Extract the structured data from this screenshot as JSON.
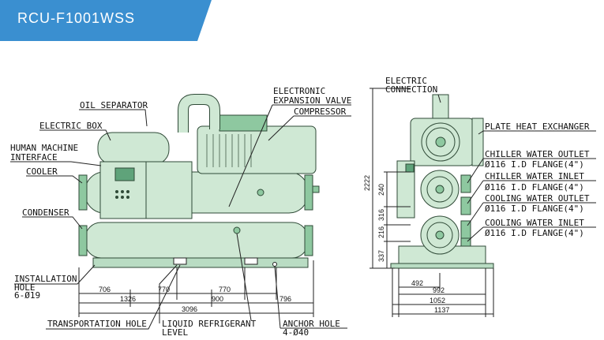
{
  "header": {
    "model": "RCU-F1001WSS",
    "banner_color": "#3a8fd0"
  },
  "front_view": {
    "labels": {
      "oil_separator": "OIL SEPARATOR",
      "electric_box": "ELECTRIC BOX",
      "hmi_line1": "HUMAN MACHINE",
      "hmi_line2": "INTERFACE",
      "cooler": "COOLER",
      "condenser": "CONDENSER",
      "eev_line1": "ELECTRONIC",
      "eev_line2": "EXPANSION VALVE",
      "compressor": "COMPRESSOR",
      "install_line1": "INSTALLATION",
      "install_line2": "HOLE",
      "install_line3": "6-Ø19",
      "transport_hole": "TRANSPORTATION HOLE",
      "liquid_line1": "LIQUID REFRIGERANT",
      "liquid_line2": "LEVEL",
      "anchor_line1": "ANCHOR HOLE",
      "anchor_line2": "4-Ø40"
    },
    "dimensions": {
      "d706": "706",
      "d770a": "770",
      "d770b": "770",
      "d1326": "1326",
      "d900": "900",
      "d796": "796",
      "d3096": "3096"
    }
  },
  "side_view": {
    "labels": {
      "elec_conn_line1": "ELECTRIC",
      "elec_conn_line2": "CONNECTION",
      "plate_hx": "PLATE HEAT EXCHANGER",
      "chiller_outlet": "CHILLER WATER OUTLET",
      "chiller_outlet_spec": "Ø116 I.D FLANGE(4\")",
      "chiller_inlet": "CHILLER WATER INLET",
      "chiller_inlet_spec": "Ø116 I.D FLANGE(4\")",
      "cooling_outlet": "COOLING WATER OUTLET",
      "cooling_outlet_spec": "Ø116 I.D FLANGE(4\")",
      "cooling_inlet": "COOLING WATER INLET",
      "cooling_inlet_spec": "Ø116 I.D FLANGE(4\")"
    },
    "dimensions": {
      "h2222": "2222",
      "h240": "240",
      "h316": "316",
      "h216": "216",
      "h337": "337",
      "w492": "492",
      "w992": "992",
      "w1052": "1052",
      "w1137": "1137"
    }
  }
}
